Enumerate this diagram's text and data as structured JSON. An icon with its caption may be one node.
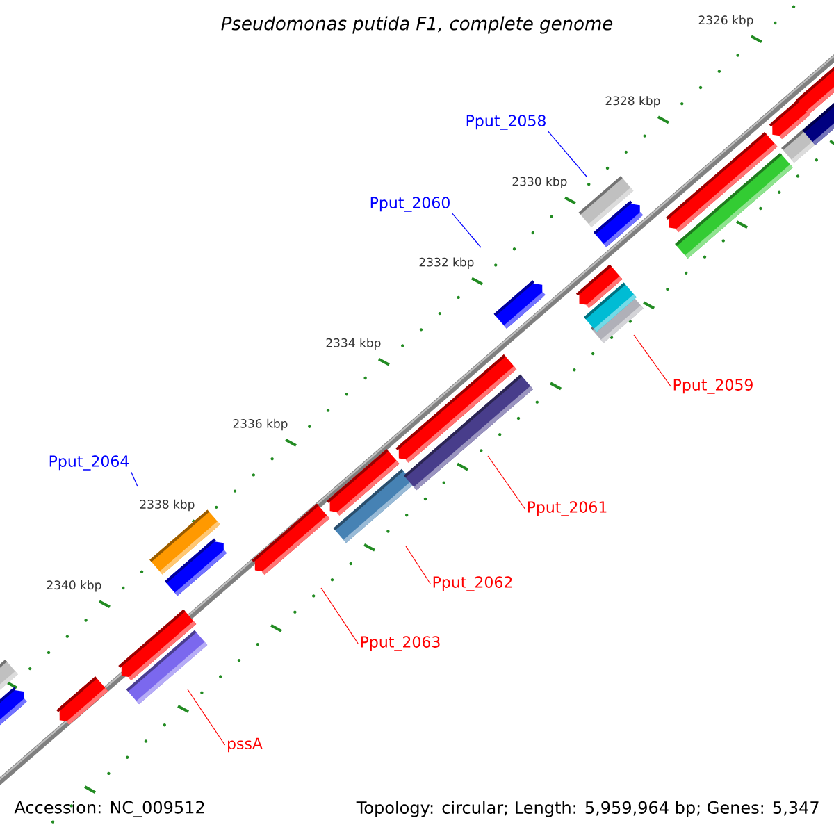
{
  "diagram": {
    "title": "Pseudomonas putida F1, complete genome",
    "nodes": [
      {
        "text": [
          "Pput_2058"
        ]
      },
      {
        "text": [
          "Pput_2060"
        ]
      },
      {
        "text": [
          "Pput_2059"
        ]
      },
      {
        "text": [
          "Pput_2064"
        ]
      },
      {
        "text": [
          "Pput_2061"
        ]
      },
      {
        "text": [
          "Pput_2062"
        ]
      },
      {
        "text": [
          "Pput_2063"
        ]
      },
      {
        "text": [
          "pssA"
        ]
      }
    ],
    "edges": [
      {
        "from": 0,
        "to": null,
        "arrow": "none",
        "color": "#0000ff"
      },
      {
        "from": 1,
        "to": null,
        "arrow": "none",
        "color": "#0000ff"
      },
      {
        "from": 2,
        "to": null,
        "arrow": "none"
      },
      {
        "from": 3,
        "to": null,
        "arrow": "none",
        "color": "#0000ff"
      },
      {
        "from": 4,
        "to": null,
        "arrow": "none"
      },
      {
        "from": 5,
        "to": null,
        "arrow": "none"
      },
      {
        "from": 6,
        "to": null,
        "arrow": "none"
      },
      {
        "from": 7,
        "to": null,
        "arrow": "none"
      }
    ],
    "labels": [
      "2326 kbp",
      "2328 kbp",
      "2330 kbp",
      "2332 kbp",
      "2334 kbp",
      "2336 kbp",
      "2338 kbp",
      "2340 kbp",
      "Accession: NC_009512",
      "Topology: circular; Length: 5,959,964 bp; Genes: 5,347"
    ]
  }
}
